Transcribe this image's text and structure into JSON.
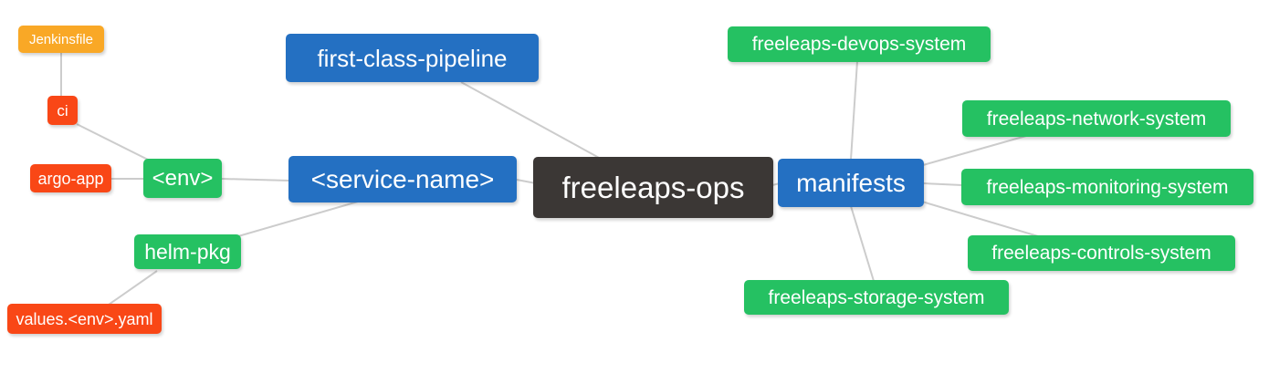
{
  "diagram": {
    "type": "mindmap",
    "root_label": "freeleaps-ops",
    "palette": {
      "blue": "#2470c2",
      "green": "#25c162",
      "orange": "#f9a826",
      "red": "#f94716",
      "dark": "#3b3735",
      "edge_line": "#cccccc",
      "node_text": "#ffffff",
      "background": "#ffffff"
    },
    "nodes": [
      {
        "id": "jenkinsfile",
        "label": "Jenkinsfile",
        "color": "orange"
      },
      {
        "id": "ci",
        "label": "ci",
        "color": "red"
      },
      {
        "id": "argo-app",
        "label": "argo-app",
        "color": "red"
      },
      {
        "id": "env",
        "label": "<env>",
        "color": "green"
      },
      {
        "id": "helm-pkg",
        "label": "helm-pkg",
        "color": "green"
      },
      {
        "id": "values-env-yaml",
        "label": "values.<env>.yaml",
        "color": "red"
      },
      {
        "id": "first-class-pipeline",
        "label": "first-class-pipeline",
        "color": "blue"
      },
      {
        "id": "service-name",
        "label": "<service-name>",
        "color": "blue"
      },
      {
        "id": "freeleaps-ops",
        "label": "freeleaps-ops",
        "color": "dark"
      },
      {
        "id": "manifests",
        "label": "manifests",
        "color": "blue"
      },
      {
        "id": "freeleaps-devops-system",
        "label": "freeleaps-devops-system",
        "color": "green"
      },
      {
        "id": "freeleaps-network-system",
        "label": "freeleaps-network-system",
        "color": "green"
      },
      {
        "id": "freeleaps-monitoring-system",
        "label": "freeleaps-monitoring-system",
        "color": "green"
      },
      {
        "id": "freeleaps-controls-system",
        "label": "freeleaps-controls-system",
        "color": "green"
      },
      {
        "id": "freeleaps-storage-system",
        "label": "freeleaps-storage-system",
        "color": "green"
      }
    ],
    "edges": [
      {
        "from": "ci",
        "to": "jenkinsfile"
      },
      {
        "from": "env",
        "to": "ci"
      },
      {
        "from": "env",
        "to": "argo-app"
      },
      {
        "from": "service-name",
        "to": "env"
      },
      {
        "from": "service-name",
        "to": "helm-pkg"
      },
      {
        "from": "helm-pkg",
        "to": "values-env-yaml"
      },
      {
        "from": "freeleaps-ops",
        "to": "first-class-pipeline"
      },
      {
        "from": "freeleaps-ops",
        "to": "service-name"
      },
      {
        "from": "freeleaps-ops",
        "to": "manifests"
      },
      {
        "from": "manifests",
        "to": "freeleaps-devops-system"
      },
      {
        "from": "manifests",
        "to": "freeleaps-network-system"
      },
      {
        "from": "manifests",
        "to": "freeleaps-monitoring-system"
      },
      {
        "from": "manifests",
        "to": "freeleaps-controls-system"
      },
      {
        "from": "manifests",
        "to": "freeleaps-storage-system"
      }
    ]
  }
}
